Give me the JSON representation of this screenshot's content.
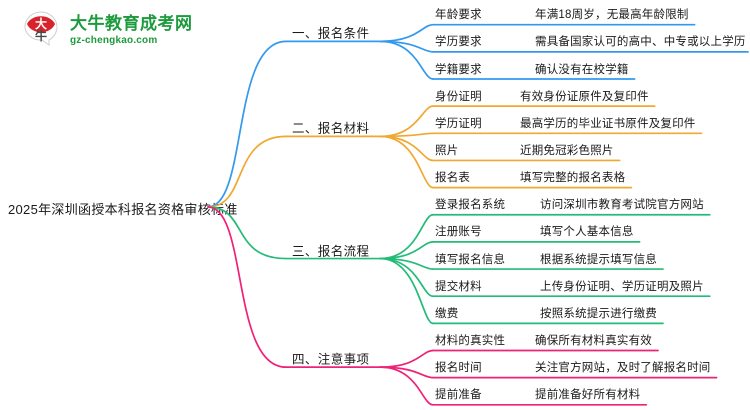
{
  "logo": {
    "mark_text": "大牛",
    "title": "大牛教育成考网",
    "domain": "gz-chengkao.com",
    "mark_color": "#d8232a",
    "text_color": "#1d9a3d"
  },
  "root": {
    "title": "2025年深圳函授本科报名资格审核标准"
  },
  "colors": {
    "blue": "#3399ee",
    "orange": "#f0a830",
    "green": "#22bb77",
    "pink": "#ee2277"
  },
  "branches": [
    {
      "label": "一、报名条件",
      "color": "#3399ee",
      "items": [
        {
          "label": "年龄要求",
          "detail": "年满18周岁，无最高年龄限制"
        },
        {
          "label": "学历要求",
          "detail": "需具备国家认可的高中、中专或以上学历"
        },
        {
          "label": "学籍要求",
          "detail": "确认没有在校学籍"
        }
      ]
    },
    {
      "label": "二、报名材料",
      "color": "#f0a830",
      "items": [
        {
          "label": "身份证明",
          "detail": "有效身份证原件及复印件"
        },
        {
          "label": "学历证明",
          "detail": "最高学历的毕业证书原件及复印件"
        },
        {
          "label": "照片",
          "detail": "近期免冠彩色照片"
        },
        {
          "label": "报名表",
          "detail": "填写完整的报名表格"
        }
      ]
    },
    {
      "label": "三、报名流程",
      "color": "#22bb77",
      "items": [
        {
          "label": "登录报名系统",
          "detail": "访问深圳市教育考试院官方网站"
        },
        {
          "label": "注册账号",
          "detail": "填写个人基本信息"
        },
        {
          "label": "填写报名信息",
          "detail": "根据系统提示填写信息"
        },
        {
          "label": "提交材料",
          "detail": "上传身份证明、学历证明及照片"
        },
        {
          "label": "缴费",
          "detail": "按照系统提示进行缴费"
        }
      ]
    },
    {
      "label": "四、注意事项",
      "color": "#ee2277",
      "items": [
        {
          "label": "材料的真实性",
          "detail": "确保所有材料真实有效"
        },
        {
          "label": "报名时间",
          "detail": "关注官方网站，及时了解报名时间"
        },
        {
          "label": "提前准备",
          "detail": "提前准备好所有材料"
        }
      ]
    }
  ]
}
